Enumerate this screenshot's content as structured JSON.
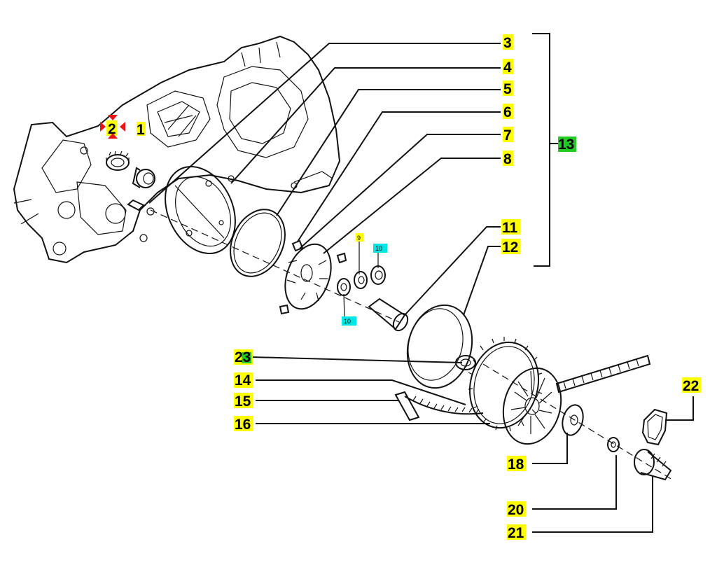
{
  "colors": {
    "highlight_yellow": "#ffff00",
    "highlight_cyan": "#00e5e5",
    "highlight_green": "#22cc22",
    "marker_red": "#ee1111",
    "line": "#111111"
  },
  "labels": {
    "l1": "1",
    "l2": "2",
    "l3": "3",
    "l4": "4",
    "l5": "5",
    "l6": "6",
    "l7": "7",
    "l8": "8",
    "l9": "9",
    "l10a": "10",
    "l10b": "10",
    "l11": "11",
    "l12": "12",
    "l13": "13",
    "l14": "14",
    "l15": "15",
    "l16": "16",
    "l18": "18",
    "l20": "20",
    "l21": "21",
    "l22": "22",
    "l23": "23"
  },
  "icons": {
    "selection_marker": "move-arrows-icon"
  }
}
